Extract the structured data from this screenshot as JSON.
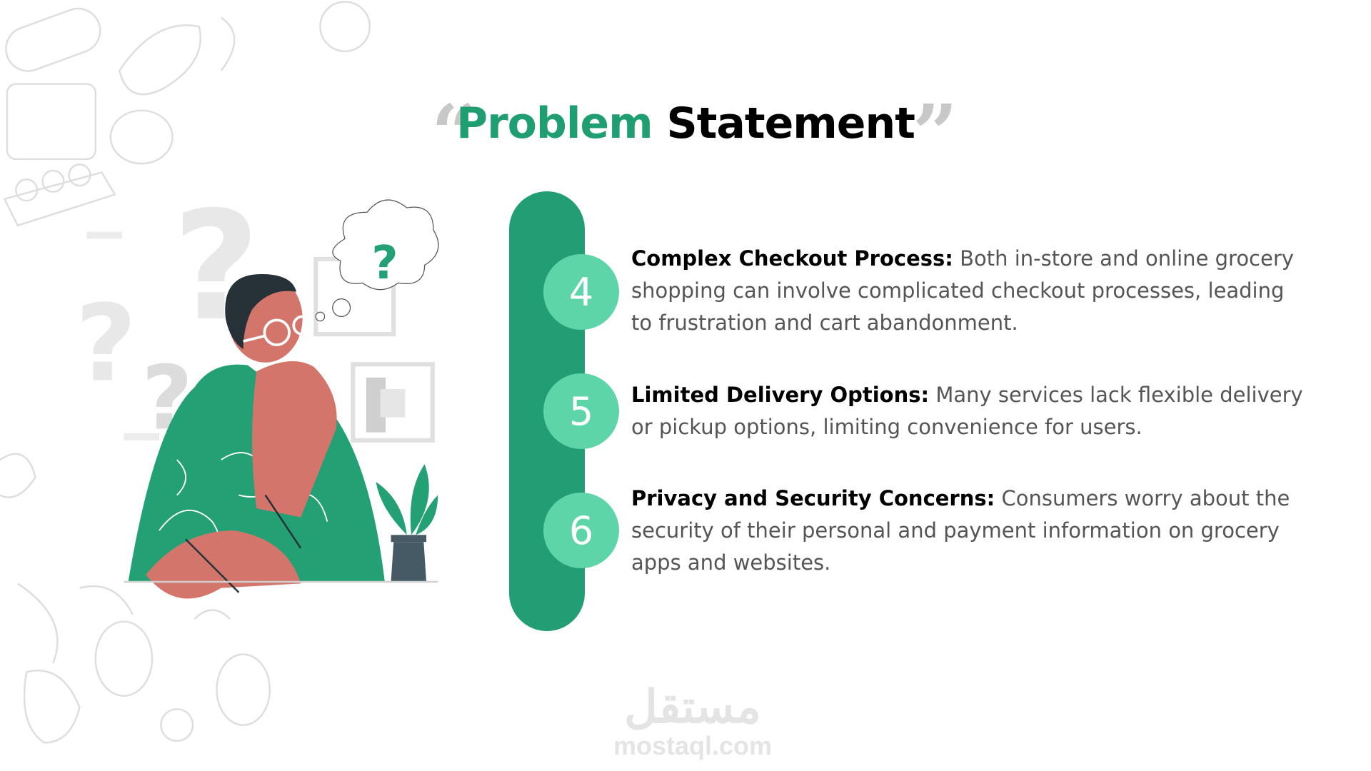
{
  "title": {
    "highlight": "Problem",
    "rest": "Statement",
    "open_quote": "“",
    "close_quote": "”"
  },
  "items": [
    {
      "number": "4",
      "heading": "Complex Checkout Process:",
      "text": " Both in-store and online grocery shopping can involve complicated checkout processes, leading to frustration and cart abandonment."
    },
    {
      "number": "5",
      "heading": "Limited Delivery Options:",
      "text": " Many services lack flexible delivery or pickup options, limiting convenience for users."
    },
    {
      "number": "6",
      "heading": "Privacy and Security Concerns:",
      "text": " Consumers worry about the security of their personal and payment information on grocery apps and websites."
    }
  ],
  "illustration": {
    "thought_mark": "?",
    "bg_mark": "?"
  },
  "watermark": {
    "arabic": "مستقل",
    "latin": "mostaql.com"
  },
  "colors": {
    "accent": "#239e74",
    "circle": "#5dd5a9",
    "title_green": "#1f9e72",
    "body_text": "#555555"
  }
}
